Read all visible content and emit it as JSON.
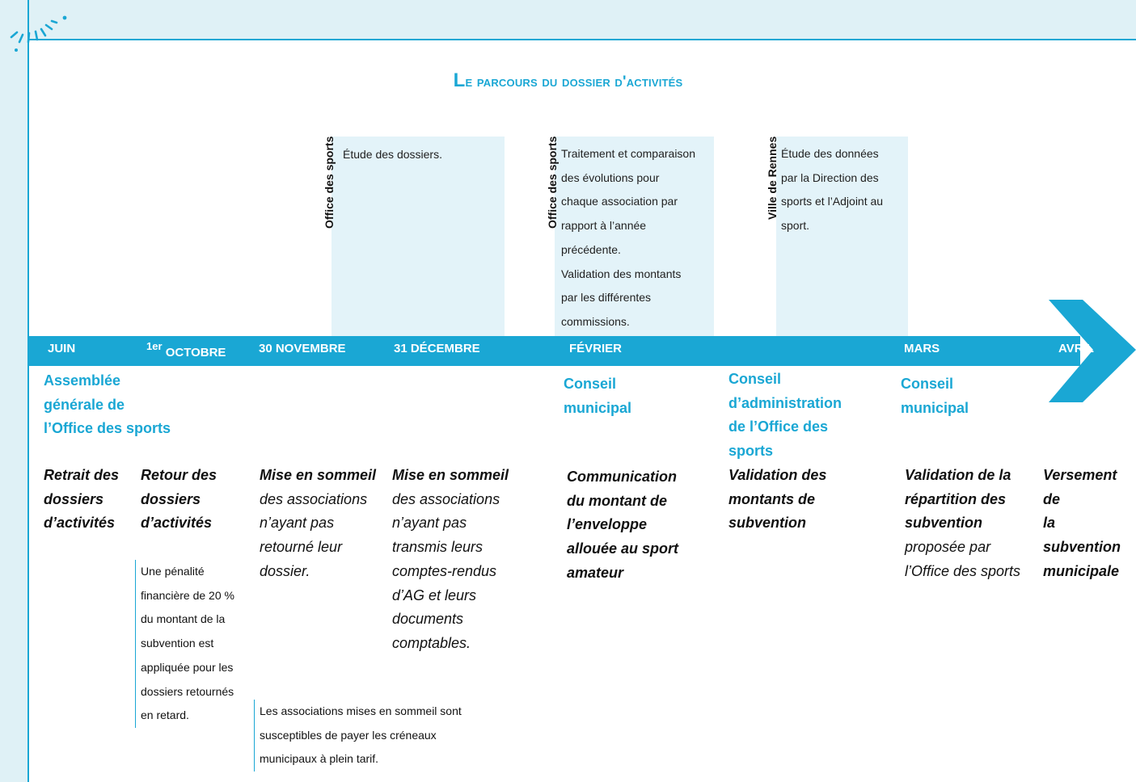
{
  "title": {
    "first": "L",
    "rest": "e parcours du dossier d'activités"
  },
  "phases": [
    {
      "label": "Office des sports",
      "text": "Étude des dossiers."
    },
    {
      "label": "Office des sports",
      "text": "Traitement et comparaison\ndes évolutions pour\nchaque association par\nrapport à l’année\nprécédente.\nValidation des montants\npar les différentes\ncommissions."
    },
    {
      "label": "Ville de Rennes",
      "text": "Étude des données\npar la Direction des\nsports et l’Adjoint au\nsport."
    }
  ],
  "timeline": {
    "ticks": [
      {
        "label": "JUIN"
      },
      {
        "sup": "1er",
        "label": " OCTOBRE"
      },
      {
        "label": "30 NOVEMBRE"
      },
      {
        "label": "31 DÉCEMBRE"
      },
      {
        "label": "FÉVRIER"
      },
      {
        "label": "MARS"
      },
      {
        "label": "AVRIL"
      }
    ]
  },
  "events": [
    "Assemblée\ngénérale de\nl’Office des sports",
    "Conseil\nmunicipal",
    "Conseil\nd’administration\nde l’Office des\nsports",
    "Conseil\nmunicipal"
  ],
  "steps": [
    {
      "bold": "Retrait des\ndossiers\nd’activités",
      "italic": ""
    },
    {
      "bold": "Retour des\ndossiers\nd’activités",
      "italic": ""
    },
    {
      "bold": "Mise en sommeil",
      "italic": "des associations\nn’ayant pas\nretourné leur\ndossier."
    },
    {
      "bold": "Mise en sommeil",
      "italic": "des associations\nn’ayant pas\ntransmis leurs\ncomptes-rendus\nd’AG et leurs\ndocuments\ncomptables."
    },
    {
      "bold": "Communication\ndu montant de\nl’enveloppe\nallouée au sport\namateur",
      "italic": ""
    },
    {
      "bold": "Validation des\nmontants de\nsubvention",
      "italic": ""
    },
    {
      "bold": "Validation de la\nrépartition des\nsubvention",
      "italic": "proposée par\nl’Office des sports"
    },
    {
      "bold": "Versement de\nla subvention\nmunicipale",
      "italic": ""
    }
  ],
  "notes": [
    "Une pénalité\nfinancière de 20 %\ndu montant de la\nsubvention est\nappliquée pour les\ndossiers retournés\nen retard.",
    "Les associations mises en sommeil sont\nsusceptibles de payer les créneaux\nmunicipaux à plein tarif."
  ],
  "colors": {
    "accent": "#1aa7d4",
    "phase_bg": "#e3f3f9",
    "frame_bg": "#dff1f6"
  }
}
